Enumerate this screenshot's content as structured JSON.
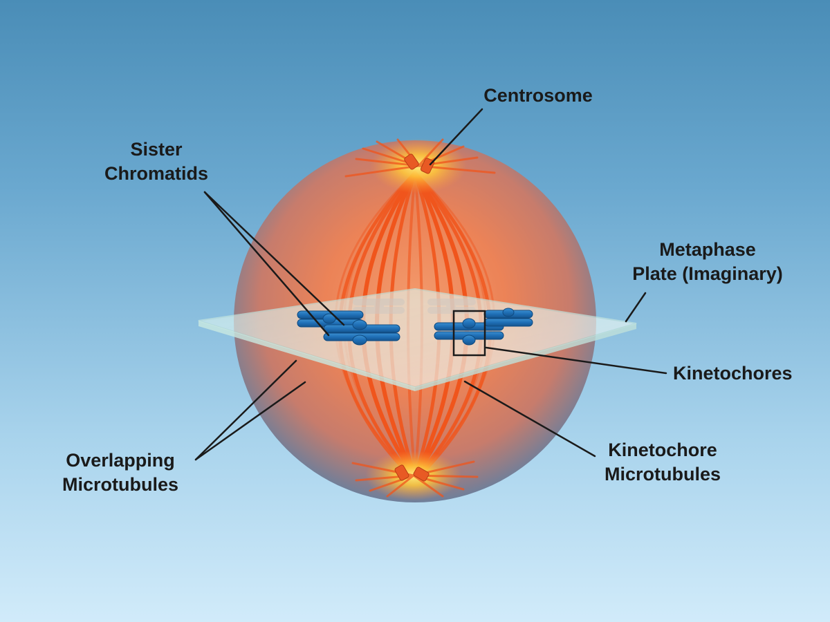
{
  "labels": {
    "centrosome": [
      "Centrosome"
    ],
    "sister_chromatids": [
      "Sister",
      "Chromatids"
    ],
    "metaphase_plate": [
      "Metaphase",
      "Plate (Imaginary)"
    ],
    "kinetochores": [
      "Kinetochores"
    ],
    "kinetochore_microtubules": [
      "Kinetochore",
      "Microtubules"
    ],
    "overlapping_microtubules": [
      "Overlapping",
      "Microtubules"
    ]
  },
  "colors": {
    "background_top": "#4a8db7",
    "background_bottom": "#d1ebfa",
    "cell_fill": "#e8703c",
    "microtubule": "#f0551c",
    "chromosome": "#2272b8",
    "centrosome_glow": "#ffd23a",
    "plate": "#d8f4ee",
    "leader_line": "#1a1a1a"
  }
}
